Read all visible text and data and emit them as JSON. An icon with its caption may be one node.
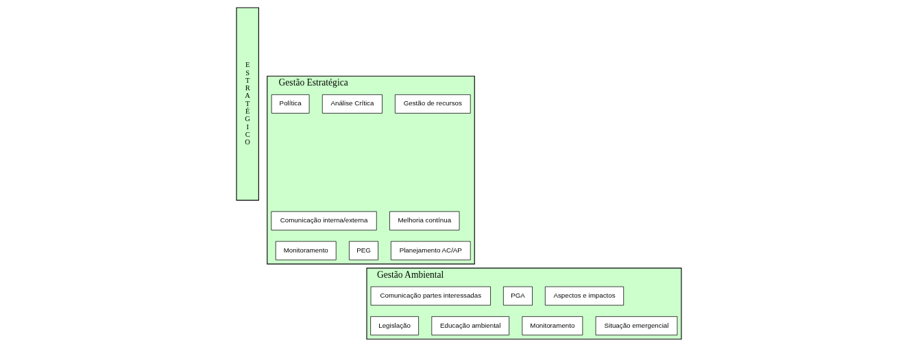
{
  "diagram": {
    "nodes": [
      {
        "text": [
          "E S T R A T É G I C O"
        ]
      },
      {
        "text": [
          "Gestão Estratégica"
        ]
      },
      {
        "text": [
          "Política"
        ],
        "in": 1
      },
      {
        "text": [
          "Análise Crítica"
        ],
        "in": 1
      },
      {
        "text": [
          "Gestão de recursos"
        ],
        "in": 1
      },
      {
        "text": [
          "Comunicação interna/externa"
        ],
        "in": 1
      },
      {
        "text": [
          "Melhoria contínua"
        ],
        "in": 1
      },
      {
        "text": [
          "Monitoramento"
        ],
        "in": 1
      },
      {
        "text": [
          "PEG"
        ],
        "in": 1
      },
      {
        "text": [
          "Planejamento AC/AP"
        ],
        "in": 1
      },
      {
        "text": [
          "Gestão Ambiental"
        ]
      },
      {
        "text": [
          "Comunicação partes interessadas"
        ],
        "in": 10
      },
      {
        "text": [
          "PGA"
        ],
        "in": 10
      },
      {
        "text": [
          "Aspectos e impactos"
        ],
        "in": 10
      },
      {
        "text": [
          "Legislação"
        ],
        "in": 10
      },
      {
        "text": [
          "Educação ambiental"
        ],
        "in": 10
      },
      {
        "text": [
          "Monitoramento"
        ],
        "in": 10
      },
      {
        "text": [
          "Situação emergencial"
        ],
        "in": 10
      }
    ],
    "edges": []
  }
}
